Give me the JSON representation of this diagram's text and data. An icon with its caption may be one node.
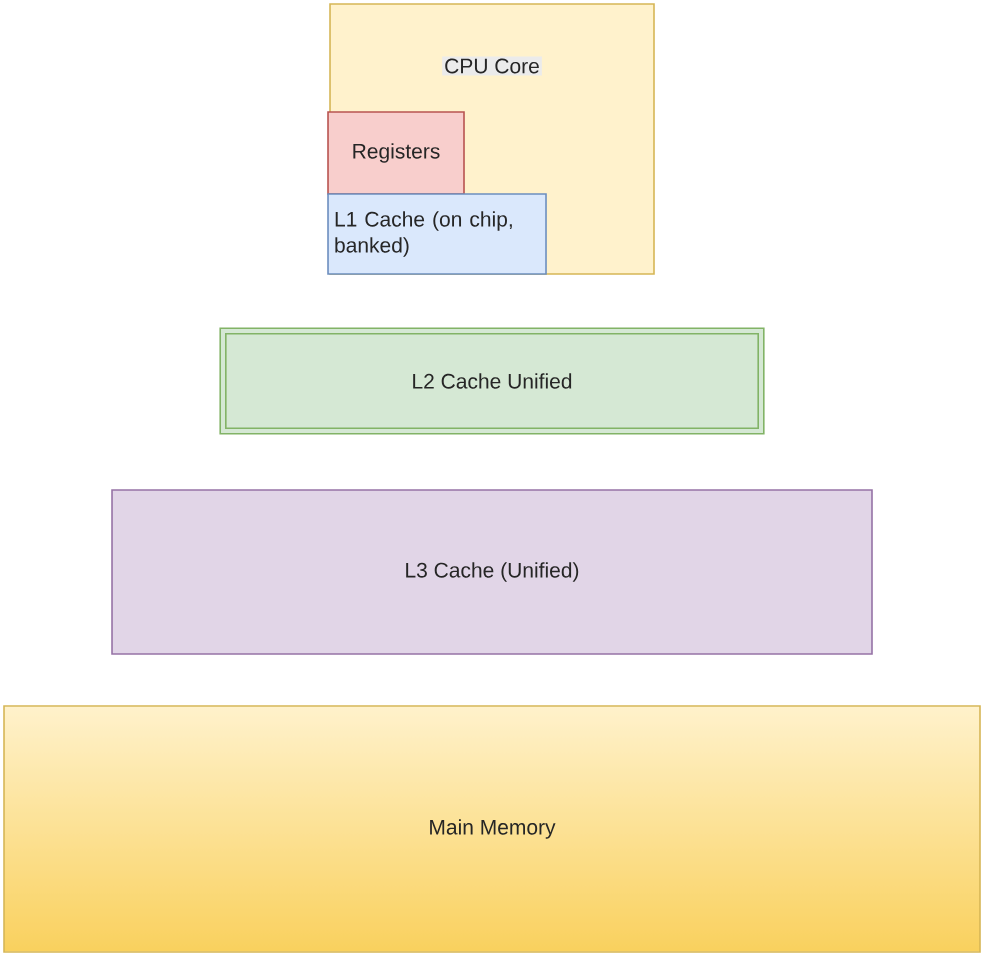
{
  "diagram": {
    "nodes": [
      {
        "text": [
          "CPU Core"
        ]
      },
      {
        "text": [
          "Registers"
        ],
        "in": 0
      },
      {
        "text": [
          "L1 Cache (on chip, banked)"
        ],
        "in": 0
      },
      {
        "text": [
          "L2 Cache Unified"
        ]
      },
      {
        "text": [
          "L3 Cache (Unified)"
        ]
      },
      {
        "text": [
          "Main Memory"
        ]
      }
    ]
  }
}
